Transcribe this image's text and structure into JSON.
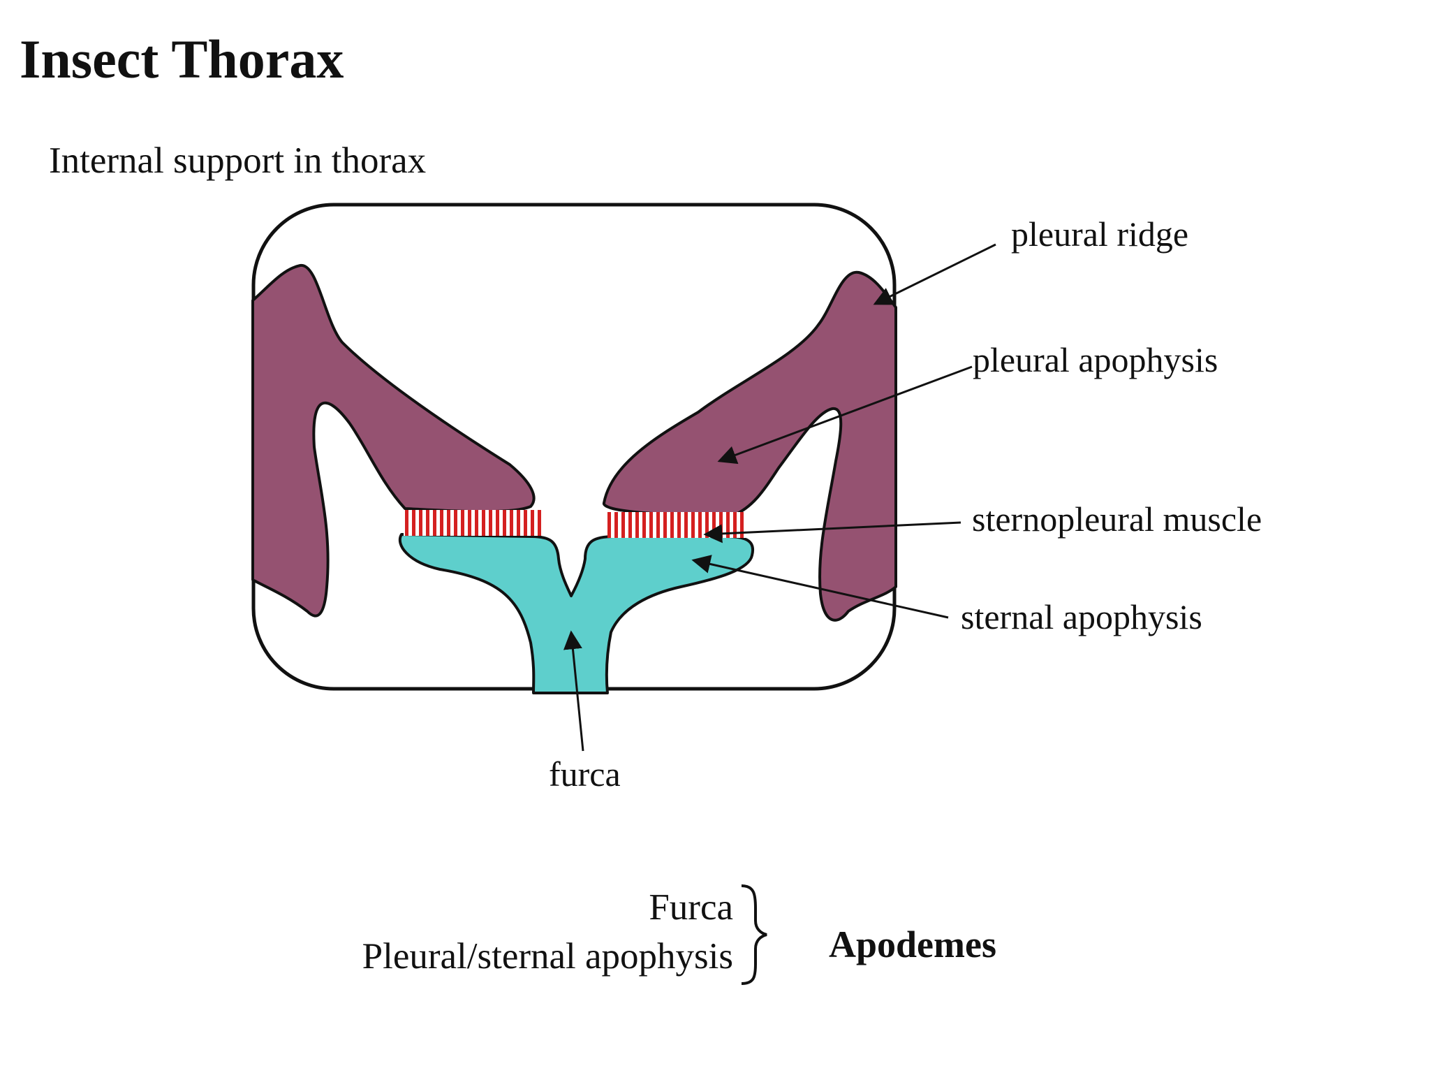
{
  "title": "Insect Thorax",
  "subtitle": "Internal support in thorax",
  "labels": {
    "pleural_ridge": "pleural ridge",
    "pleural_apophysis": "pleural apophysis",
    "sternopleural_muscle": "sternopleural muscle",
    "sternal_apophysis": "sternal apophysis",
    "furca": "furca"
  },
  "legend": {
    "item1": "Furca",
    "item2": "Pleural/sternal apophysis",
    "group": "Apodemes"
  },
  "colors": {
    "pleural": "#955271",
    "sternal": "#5ecfcc",
    "muscle_red": "#d42020",
    "outline": "#111111"
  }
}
